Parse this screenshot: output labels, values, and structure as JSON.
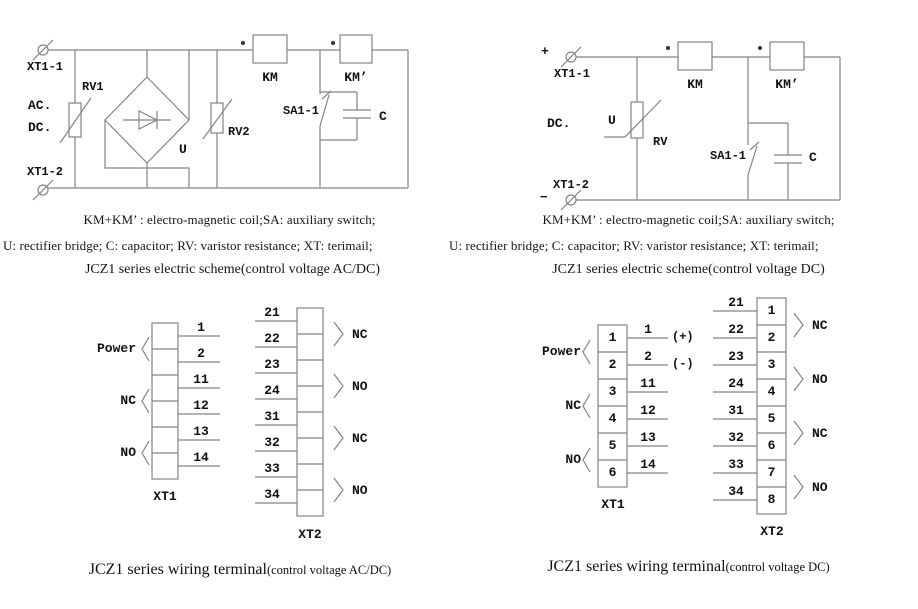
{
  "colors": {
    "line": "#848484",
    "text": "#111111",
    "background": "#ffffff"
  },
  "scheme_ac": {
    "labels": {
      "xt1_1": "XT1-1",
      "rv1": "RV1",
      "ac": "AC.",
      "dc": "DC.",
      "u": "U",
      "rv2": "RV2",
      "km": "KM",
      "km_prime": "KM’",
      "sa1_1": "SA1-1",
      "c": "C",
      "xt1_2": "XT1-2"
    },
    "caption_line1": "KM+KM’ : electro-magnetic coil;SA: auxiliary switch;",
    "caption_line2": "U: rectifier bridge; C: capacitor; RV: varistor resistance; XT: terimail;",
    "caption_line3": "JCZ1 series electric scheme(control voltage AC/DC)"
  },
  "scheme_dc": {
    "labels": {
      "plus": "+",
      "minus": "−",
      "xt1_1": "XT1-1",
      "dc": "DC.",
      "u": "U",
      "rv": "RV",
      "km": "KM",
      "km_prime": "KM’",
      "sa1_1": "SA1-1",
      "c": "C",
      "xt1_2": "XT1-2"
    },
    "caption_line1": "KM+KM’ : electro-magnetic coil;SA: auxiliary switch;",
    "caption_line2": "U: rectifier bridge; C: capacitor; RV: varistor resistance; XT: terimail;",
    "caption_line3": "JCZ1 series electric scheme(control voltage DC)"
  },
  "wiring_ac": {
    "xt1": {
      "name": "XT1",
      "groups": [
        "Power",
        "NC",
        "NO"
      ],
      "line_numbers": [
        "1",
        "2",
        "11",
        "12",
        "13",
        "14"
      ]
    },
    "xt2": {
      "name": "XT2",
      "line_numbers": [
        "21",
        "22",
        "23",
        "24",
        "31",
        "32",
        "33",
        "34"
      ],
      "groups": [
        "NC",
        "NO",
        "NC",
        "NO"
      ]
    },
    "caption_main": "JCZ1 series wiring terminal",
    "caption_sub": "(control voltage AC/DC)"
  },
  "wiring_dc": {
    "xt1": {
      "name": "XT1",
      "groups": [
        "Power",
        "NC",
        "NO"
      ],
      "cell_numbers": [
        "1",
        "2",
        "3",
        "4",
        "5",
        "6"
      ],
      "line_numbers": [
        "1",
        "2",
        "11",
        "12",
        "13",
        "14"
      ],
      "polarity_plus": "(+)",
      "polarity_minus": "(-)"
    },
    "xt2": {
      "name": "XT2",
      "cell_numbers": [
        "1",
        "2",
        "3",
        "4",
        "5",
        "6",
        "7",
        "8"
      ],
      "line_numbers": [
        "21",
        "22",
        "23",
        "24",
        "31",
        "32",
        "33",
        "34"
      ],
      "groups": [
        "NC",
        "NO",
        "NC",
        "NO"
      ]
    },
    "caption_main": "JCZ1 series wiring terminal",
    "caption_sub": "(control voltage DC)"
  }
}
